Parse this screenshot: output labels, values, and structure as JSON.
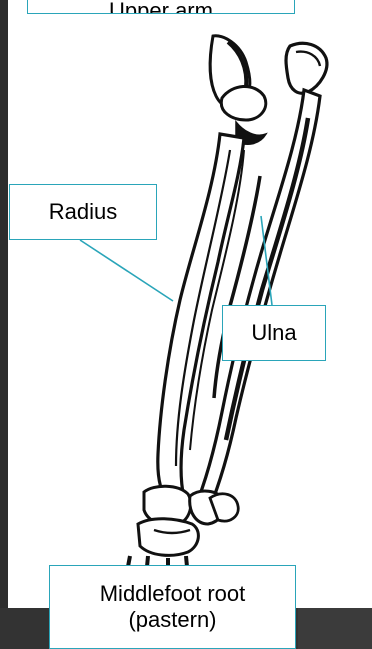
{
  "labels": {
    "upper": "Upper arm",
    "radius": "Radius",
    "ulna": "Ulna",
    "middlefoot": "Middlefoot root\n(pastern)"
  },
  "colors": {
    "label_border": "#2aa5b9",
    "leader_line": "#2aa5b9",
    "bone_ink": "#111111",
    "background": "#2d2d2d"
  }
}
